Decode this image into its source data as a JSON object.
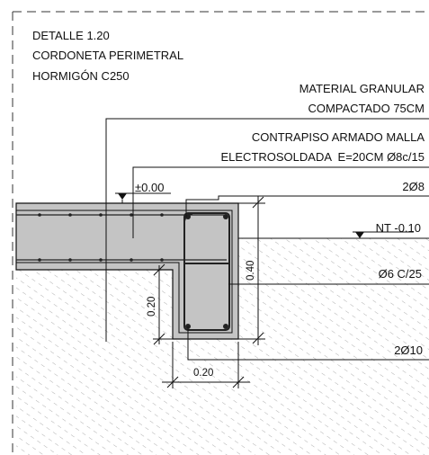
{
  "title_block": {
    "line1": "DETALLE 1.20",
    "line2": "CORDONETA PERIMETRAL",
    "line3": "HORMIGÓN C250"
  },
  "notes": {
    "granular_line1": "MATERIAL GRANULAR",
    "granular_line2": "COMPACTADO 75CM",
    "slab_line1": "CONTRAPISO ARMADO MALLA",
    "slab_line2": "ELECTROSOLDADA  E=20CM Ø8c/15",
    "top_bars": "2Ø8",
    "ground_level": "NT -0.10",
    "stirrups": "Ø6 C/25",
    "bottom_bars": "2Ø10",
    "floor_level": "±0.00"
  },
  "dimensions": {
    "beam_depth": "0.40",
    "slab_step": "0.20",
    "beam_width": "0.20"
  },
  "colors": {
    "concrete": "#c4c4c4",
    "soil_hatch": "#9a9a9a",
    "line": "#111111",
    "rebar": "#222222"
  }
}
